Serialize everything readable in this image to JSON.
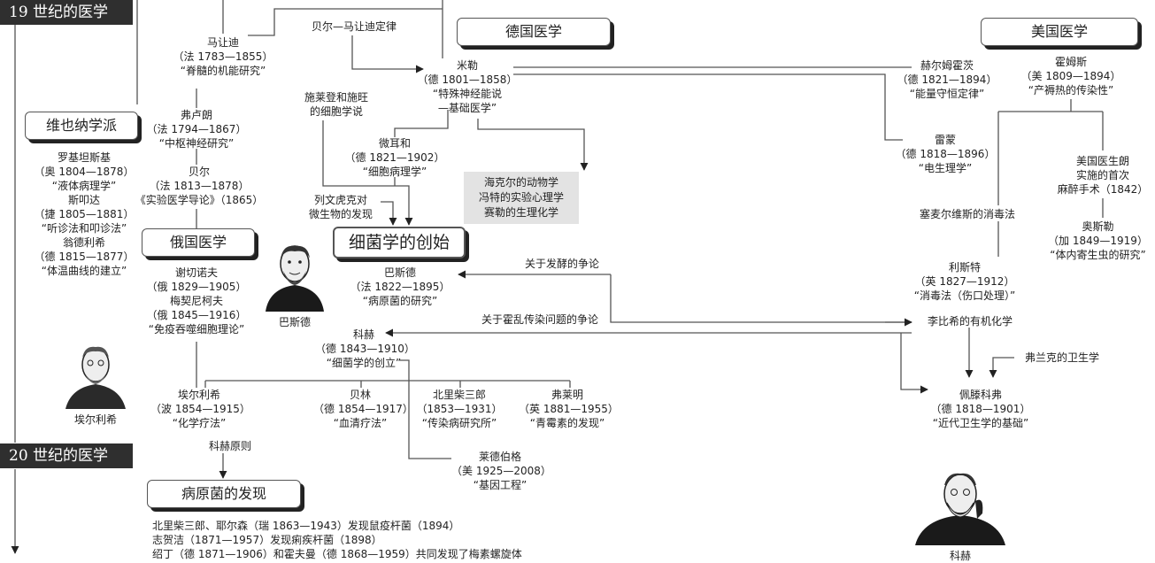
{
  "eras": {
    "c19": "19 世纪的医学",
    "c20": "20 世纪的医学"
  },
  "sections": {
    "vienna": "维也纳学派",
    "german": "德国医学",
    "american": "美国医学",
    "russian": "俄国医学",
    "bacteriology": "细菌学的创始",
    "pathogen": "病原菌的发现"
  },
  "labels": {
    "bell_magendie": "贝尔—马让迪定律",
    "schleiden": [
      "施莱登和施旺",
      "的细胞学说"
    ],
    "leeuwenhoek": [
      "列文虎克对",
      "微生物的发现"
    ],
    "fermentation": "关于发酵的争论",
    "cholera": "关于霍乱传染问题的争论",
    "semmelweis": "塞麦尔维斯的消毒法",
    "liebig": "李比希的有机化学",
    "frank": "弗兰克的卫生学",
    "koch_postulates": "科赫原则"
  },
  "gray_box": [
    "海克尔的动物学",
    "冯特的实验心理学",
    "赛勒的生理化学"
  ],
  "people": {
    "magendie": [
      "马让迪",
      "（法 1783—1855）",
      "“脊髓的机能研究”"
    ],
    "flourens": [
      "弗卢朗",
      "（法 1794—1867）",
      "“中枢神经研究”"
    ],
    "bernard": [
      "贝尔",
      "（法 1813—1878）",
      "《实验医学导论》（1865）"
    ],
    "vienna_people": [
      "罗基坦斯基",
      "（奥 1804—1878）",
      "“液体病理学”",
      "斯叩达",
      "（捷 1805—1881）",
      "“听诊法和叩诊法”",
      "翁德利希",
      "（德 1815—1877）",
      "“体温曲线的建立”"
    ],
    "muller": [
      "米勒",
      "（德 1801—1858）",
      "“特殊神经能说",
      "—基础医学”"
    ],
    "virchow": [
      "微耳和",
      "（德 1821—1902）",
      "“细胞病理学”"
    ],
    "helmholtz": [
      "赫尔姆霍茨",
      "（德 1821—1894）",
      "“能量守恒定律”"
    ],
    "holmes": [
      "霍姆斯",
      "（美 1809—1894）",
      "“产褥热的传染性”"
    ],
    "reymond": [
      "雷蒙",
      "（德 1818—1896）",
      "“电生理学”"
    ],
    "long": [
      "美国医生朗",
      "实施的首次",
      "麻醉手术（1842）"
    ],
    "osler": [
      "奥斯勒",
      "（加 1849—1919）",
      "“体内寄生虫的研究”"
    ],
    "lister": [
      "利斯特",
      "（英 1827—1912）",
      "“消毒法（伤口处理）”"
    ],
    "pettenkofer": [
      "佩滕科弗",
      "（德 1818—1901）",
      "“近代卫生学的基础”"
    ],
    "russian_people": [
      "谢切诺夫",
      "（俄 1829—1905）",
      "梅契尼柯夫",
      "（俄 1845—1916）",
      "“免疫吞噬细胞理论”"
    ],
    "pasteur": [
      "巴斯德",
      "（法 1822—1895）",
      "“病原菌的研究”"
    ],
    "koch": [
      "科赫",
      "（德 1843—1910）",
      "“细菌学的创立”"
    ],
    "ehrlich": [
      "埃尔利希",
      "（波 1854—1915）",
      "“化学疗法”"
    ],
    "behring": [
      "贝林",
      "（德 1854—1917）",
      "“血清疗法”"
    ],
    "kitasato": [
      "北里柴三郎",
      "（1853—1931）",
      "“传染病研究所”"
    ],
    "fleming": [
      "弗莱明",
      "（英 1881—1955）",
      "“青霉素的发现”"
    ],
    "lederberg": [
      "莱德伯格",
      "（美 1925—2008）",
      "“基因工程”"
    ]
  },
  "pathogen_list": [
    "北里柴三郎、耶尔森（瑞 1863—1943）发现鼠疫杆菌（1894）",
    "志贺洁（1871—1957）发现痢疾杆菌（1898）",
    "绍丁（德 1871—1906）和霍夫曼（德 1868—1959）共同发现了梅素螺旋体"
  ],
  "portraits": {
    "pasteur": "巴斯德",
    "ehrlich": "埃尔利希",
    "koch": "科赫"
  }
}
